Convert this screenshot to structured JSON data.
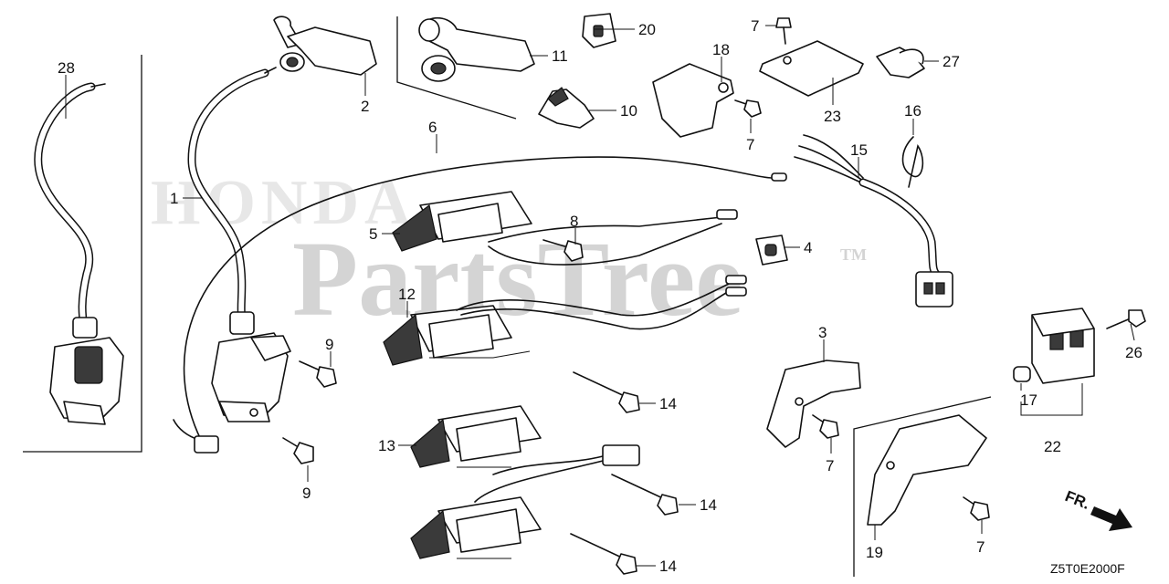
{
  "watermark": {
    "brand": "HONDA",
    "text": "PartsTree",
    "tm": "TM"
  },
  "diagram_code": "Z5T0E2000F",
  "direction_label": "FR.",
  "callouts": [
    {
      "id": "1",
      "text": "1"
    },
    {
      "id": "2",
      "text": "2"
    },
    {
      "id": "3",
      "text": "3"
    },
    {
      "id": "4",
      "text": "4"
    },
    {
      "id": "5",
      "text": "5"
    },
    {
      "id": "6",
      "text": "6"
    },
    {
      "id": "7a",
      "text": "7"
    },
    {
      "id": "7b",
      "text": "7"
    },
    {
      "id": "7c",
      "text": "7"
    },
    {
      "id": "7d",
      "text": "7"
    },
    {
      "id": "8",
      "text": "8"
    },
    {
      "id": "9a",
      "text": "9"
    },
    {
      "id": "9b",
      "text": "9"
    },
    {
      "id": "10",
      "text": "10"
    },
    {
      "id": "11",
      "text": "11"
    },
    {
      "id": "12",
      "text": "12"
    },
    {
      "id": "13",
      "text": "13"
    },
    {
      "id": "14a",
      "text": "14"
    },
    {
      "id": "14b",
      "text": "14"
    },
    {
      "id": "14c",
      "text": "14"
    },
    {
      "id": "15",
      "text": "15"
    },
    {
      "id": "16",
      "text": "16"
    },
    {
      "id": "17",
      "text": "17"
    },
    {
      "id": "18",
      "text": "18"
    },
    {
      "id": "19",
      "text": "19"
    },
    {
      "id": "20",
      "text": "20"
    },
    {
      "id": "22",
      "text": "22"
    },
    {
      "id": "23",
      "text": "23"
    },
    {
      "id": "26",
      "text": "26"
    },
    {
      "id": "27",
      "text": "27"
    },
    {
      "id": "28",
      "text": "28"
    }
  ]
}
